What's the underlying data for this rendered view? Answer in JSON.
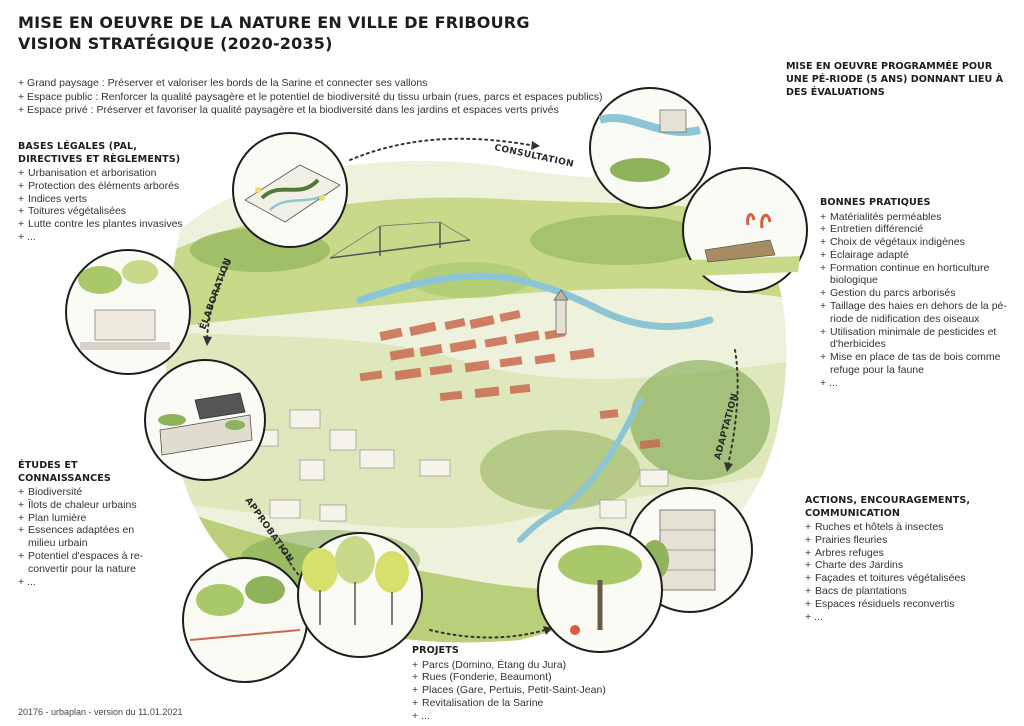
{
  "title": {
    "line1": "MISE EN OEUVRE DE LA NATURE EN VILLE DE FRIBOURG",
    "line2": "VISION STRATÉGIQUE (2020-2035)"
  },
  "goals": [
    "+ Grand paysage : Préserver et valoriser les bords de la Sarine et connecter ses vallons",
    "+ Espace public : Renforcer la qualité paysagère et le potentiel de biodiversité du tissu urbain (rues, parcs et espaces publics)",
    "+ Espace privé : Préserver et favoriser la qualité paysagère et la biodiversité dans les jardins et espaces verts privés"
  ],
  "top_right_note": "MISE EN OEUVRE PROGRAMMÉE POUR UNE PÉ-RIODE (5 ANS) DONNANT LIEU À DES ÉVALUATIONS",
  "bases_legales": {
    "heading": "BASES LÉGALES (PAL, DIRECTIVES ET RÈGLEMENTS)",
    "items": [
      "Urbanisation et arborisation",
      "Protection des éléments arborés",
      "Indices verts",
      "Toitures végétalisées",
      "Lutte contre les plantes invasives"
    ],
    "more": "+ ..."
  },
  "etudes": {
    "heading": "ÉTUDES ET CONNAISSANCES",
    "items": [
      "Biodiversité",
      "Îlots de chaleur urbains",
      "Plan lumière",
      "Essences adaptées en milieu urbain",
      "Potentiel d'espaces à re-convertir pour la nature"
    ],
    "more": "+ ..."
  },
  "bonnes_pratiques": {
    "heading": "BONNES PRATIQUES",
    "items": [
      "Matérialités perméables",
      "Entretien différencié",
      "Choix de végétaux indigènes",
      "Éclairage adapté",
      "Formation continue en horticulture biologique",
      "Gestion du parcs arborisés",
      "Taillage des haies en dehors de la pé-riode de nidification des oiseaux",
      "Utilisation minimale de pesticides et d'herbicides",
      "Mise en place de tas de bois comme refuge pour la faune"
    ],
    "more": "+ ..."
  },
  "actions": {
    "heading": "ACTIONS, ENCOURAGEMENTS, COMMUNICATION",
    "items": [
      "Ruches et hôtels à insectes",
      "Prairies fleuries",
      "Arbres refuges",
      "Charte des Jardins",
      "Façades et toitures végétalisées",
      "Bacs de plantations",
      "Espaces résiduels reconvertis"
    ],
    "more": "+ ..."
  },
  "projets": {
    "heading": "PROJETS",
    "items": [
      "Parcs (Domino, Étang du Jura)",
      "Rues (Fonderie, Beaumont)",
      "Places (Gare, Pertuis, Petit-Saint-Jean)",
      "Revitalisation de la Sarine"
    ],
    "more": "+ ..."
  },
  "cycle_labels": {
    "consultation": "CONSULTATION",
    "elaboration": "ÉLABORATION",
    "adaptation": "ADAPTATION",
    "approbation": "APPROBATION"
  },
  "footer": "20176 - urbaplan - version du 11.01.2021",
  "colors": {
    "green_light": "#c9d98a",
    "green_mid": "#8fb35a",
    "green_dark": "#4f7a3a",
    "roof_red": "#c96a4f",
    "river_blue": "#8cc6d6",
    "yellow": "#e8e06a"
  }
}
